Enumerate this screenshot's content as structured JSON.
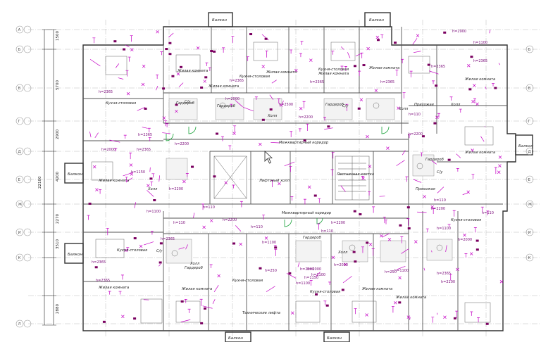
{
  "balcony_label": "Балкон",
  "side_dimensions": [
    "1500",
    "5700",
    "2900",
    "4200",
    "2270",
    "3510",
    "2880",
    "22100"
  ],
  "axis_left": [
    "А",
    "Б",
    "В",
    "Г",
    "Д",
    "Е",
    "Ж",
    "И",
    "К",
    "Л"
  ],
  "axis_right": [
    "Б",
    "В",
    "Г",
    "Д",
    "Е",
    "Ж",
    "И",
    "К"
  ],
  "rooms": [
    {
      "label": "Жилая комната"
    },
    {
      "label": "Жилая комната"
    },
    {
      "label": "Жилая комната"
    },
    {
      "label": "Жилая комната"
    },
    {
      "label": "Жилая комната"
    },
    {
      "label": "Жилая комната"
    },
    {
      "label": "Жилая комната"
    },
    {
      "label": "Жилая комната"
    },
    {
      "label": "Жилая комната"
    },
    {
      "label": "Жилая комната"
    },
    {
      "label": "Жилая комната"
    },
    {
      "label": "Жилая комната"
    },
    {
      "label": "Кухня-столовая"
    },
    {
      "label": "Кухня-столовая"
    },
    {
      "label": "Кухня-столовая"
    },
    {
      "label": "Кухня-столовая"
    },
    {
      "label": "Кухня-столовая"
    },
    {
      "label": "Кухня-столовая"
    },
    {
      "label": "Кухня-столовая"
    },
    {
      "label": "Гардероб"
    },
    {
      "label": "Гардероб"
    },
    {
      "label": "Гардероб"
    },
    {
      "label": "Гардероб"
    },
    {
      "label": "Гардероб"
    },
    {
      "label": "Гардероб"
    },
    {
      "label": "Холл"
    },
    {
      "label": "Холл"
    },
    {
      "label": "Холл"
    },
    {
      "label": "Холл"
    },
    {
      "label": "Холл"
    },
    {
      "label": "Холл"
    },
    {
      "label": "С/у"
    },
    {
      "label": "С/у"
    },
    {
      "label": "С/у"
    },
    {
      "label": "С/у"
    },
    {
      "label": "Межквартирный коридор"
    },
    {
      "label": "Межквартирный коридор"
    },
    {
      "label": "Лифтовый холл"
    },
    {
      "label": "Лестничная клетка"
    },
    {
      "label": "Технические лифта"
    },
    {
      "label": "Прихожая"
    },
    {
      "label": "Прихожая"
    }
  ],
  "heights": [
    {
      "label": "h=2365"
    },
    {
      "label": "h=2365"
    },
    {
      "label": "h=2365"
    },
    {
      "label": "h=2365"
    },
    {
      "label": "h=2365"
    },
    {
      "label": "h=2365"
    },
    {
      "label": "h=2365"
    },
    {
      "label": "h=2365"
    },
    {
      "label": "h=2365"
    },
    {
      "label": "h=2365"
    },
    {
      "label": "h=2365"
    },
    {
      "label": "h=2365"
    },
    {
      "label": "h=2200"
    },
    {
      "label": "h=2200"
    },
    {
      "label": "h=2200"
    },
    {
      "label": "h=2200"
    },
    {
      "label": "h=2200"
    },
    {
      "label": "h=2200"
    },
    {
      "label": "h=2200"
    },
    {
      "label": "h=2000"
    },
    {
      "label": "h=2000"
    },
    {
      "label": "h=2000"
    },
    {
      "label": "h=2000"
    },
    {
      "label": "h=2000"
    },
    {
      "label": "h=2000"
    },
    {
      "label": "h=1100"
    },
    {
      "label": "h=1100"
    },
    {
      "label": "h=1100"
    },
    {
      "label": "h=1100"
    },
    {
      "label": "h=1100"
    },
    {
      "label": "h=1100"
    },
    {
      "label": "h=1100"
    },
    {
      "label": "h=110"
    },
    {
      "label": "h=110"
    },
    {
      "label": "h=110"
    },
    {
      "label": "h=110"
    },
    {
      "label": "h=110"
    },
    {
      "label": "h=110"
    },
    {
      "label": "h=110"
    },
    {
      "label": "h=2900"
    },
    {
      "label": "h=2500"
    },
    {
      "label": "h=1150"
    },
    {
      "label": "h=1150"
    },
    {
      "label": "h=250"
    },
    {
      "label": "h=250"
    },
    {
      "label": "h=2100"
    }
  ]
}
